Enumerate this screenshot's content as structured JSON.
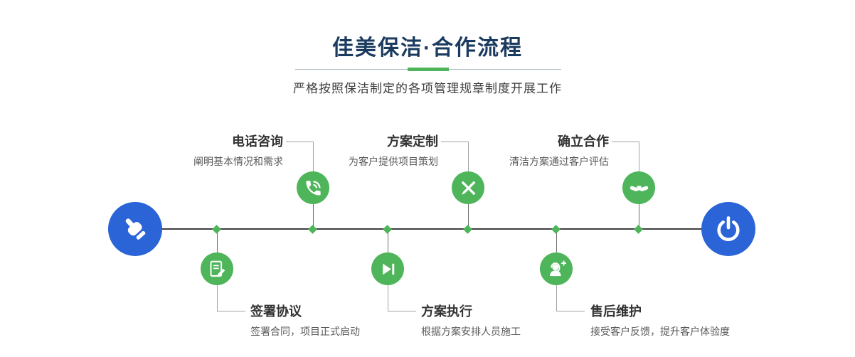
{
  "header": {
    "title": "佳美保洁·合作流程",
    "subtitle": "严格按照保洁制定的各项管理规章制度开展工作"
  },
  "flow": {
    "start_icon": "hand-pointer-icon",
    "end_icon": "power-icon",
    "top_steps": [
      {
        "title": "电话咨询",
        "desc": "阐明基本情况和需求",
        "icon": "phone-icon"
      },
      {
        "title": "方案定制",
        "desc": "为客户提供项目策划",
        "icon": "pen-ruler-icon"
      },
      {
        "title": "确立合作",
        "desc": "清洁方案通过客户评估",
        "icon": "handshake-icon"
      }
    ],
    "bottom_steps": [
      {
        "title": "签署协议",
        "desc": "签署合同，项目正式启动",
        "icon": "contract-icon"
      },
      {
        "title": "方案执行",
        "desc": "根据方案安排人员施工",
        "icon": "play-icon"
      },
      {
        "title": "售后维护",
        "desc": "接受客户反馈，提升客户体验度",
        "icon": "headset-icon"
      }
    ]
  },
  "colors": {
    "title_navy": "#1a3a5f",
    "accent_green": "#4eb55a",
    "accent_blue": "#2a64d6",
    "line_dark": "#3e3e3e",
    "connector_gray": "#a3a3a3"
  }
}
